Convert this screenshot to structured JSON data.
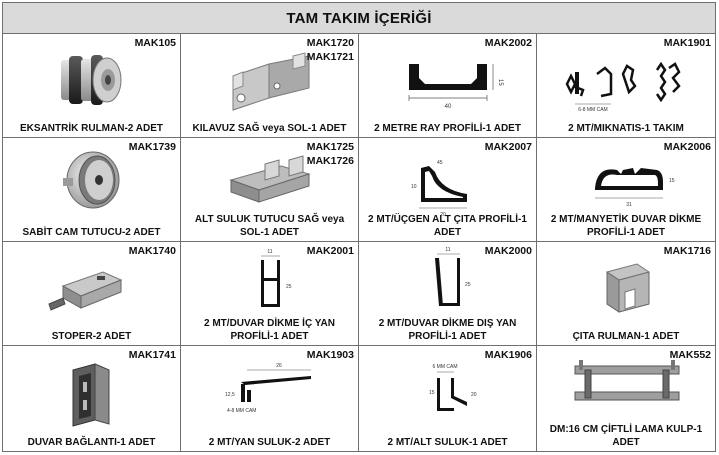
{
  "title": "TAM TAKIM İÇERİĞİ",
  "items": [
    {
      "codes": [
        "MAK105"
      ],
      "label": "EKSANTRİK RULMAN-2 ADET",
      "icon": "eccentric-bearing-icon"
    },
    {
      "codes": [
        "MAK1720",
        "MAK1721"
      ],
      "label": "KILAVUZ SAĞ veya SOL-1 ADET",
      "icon": "guide-bracket-icon"
    },
    {
      "codes": [
        "MAK2002"
      ],
      "label": "2 METRE RAY PROFİLİ-1 ADET",
      "icon": "rail-profile-icon",
      "dims": [
        "40",
        "15"
      ]
    },
    {
      "codes": [
        "MAK1901"
      ],
      "label": "2 MT/MIKNATIS-1 TAKIM",
      "icon": "magnet-profile-icon",
      "dims": [
        "6-8 MM CAM"
      ]
    },
    {
      "codes": [
        "MAK1739"
      ],
      "label": "SABİT CAM TUTUCU-2 ADET",
      "icon": "fixed-glass-holder-icon"
    },
    {
      "codes": [
        "MAK1725",
        "MAK1726"
      ],
      "label": "ALT SULUK TUTUCU SAĞ veya SOL-1 ADET",
      "icon": "drip-holder-icon"
    },
    {
      "codes": [
        "MAK2007"
      ],
      "label": "2 MT/ÜÇGEN ALT ÇITA PROFİLİ-1 ADET",
      "icon": "triangle-profile-icon",
      "dims": [
        "10",
        "45",
        "20"
      ]
    },
    {
      "codes": [
        "MAK2006"
      ],
      "label": "2 MT/MANYETİK DUVAR DİKME PROFİLİ-1 ADET",
      "icon": "magnetic-wall-profile-icon",
      "dims": [
        "31",
        "15"
      ]
    },
    {
      "codes": [
        "MAK1740"
      ],
      "label": "STOPER-2 ADET",
      "icon": "stopper-icon"
    },
    {
      "codes": [
        "MAK2001"
      ],
      "label": "2 MT/DUVAR DİKME İÇ YAN PROFİLİ-1 ADET",
      "icon": "wall-inner-profile-icon",
      "dims": [
        "11",
        "25"
      ]
    },
    {
      "codes": [
        "MAK2000"
      ],
      "label": "2 MT/DUVAR DİKME DIŞ YAN PROFİLİ-1 ADET",
      "icon": "wall-outer-profile-icon",
      "dims": [
        "11",
        "25"
      ]
    },
    {
      "codes": [
        "MAK1716"
      ],
      "label": "ÇITA RULMAN-1 ADET",
      "icon": "strip-bearing-icon"
    },
    {
      "codes": [
        "MAK1741"
      ],
      "label": "DUVAR BAĞLANTI-1 ADET",
      "icon": "wall-connector-icon"
    },
    {
      "codes": [
        "MAK1903"
      ],
      "label": "2 MT/YAN SULUK-2 ADET",
      "icon": "side-drip-profile-icon",
      "dims": [
        "26",
        "12,5",
        "4-8 MM CAM"
      ]
    },
    {
      "codes": [
        "MAK1906"
      ],
      "label": "2 MT/ALT SULUK-1 ADET",
      "icon": "bottom-drip-profile-icon",
      "dims": [
        "6 MM CAM",
        "15",
        "20"
      ]
    },
    {
      "codes": [
        "MAK552"
      ],
      "label": "DM:16 CM ÇİFTLİ LAMA KULP-1 ADET",
      "icon": "double-handle-icon"
    }
  ]
}
